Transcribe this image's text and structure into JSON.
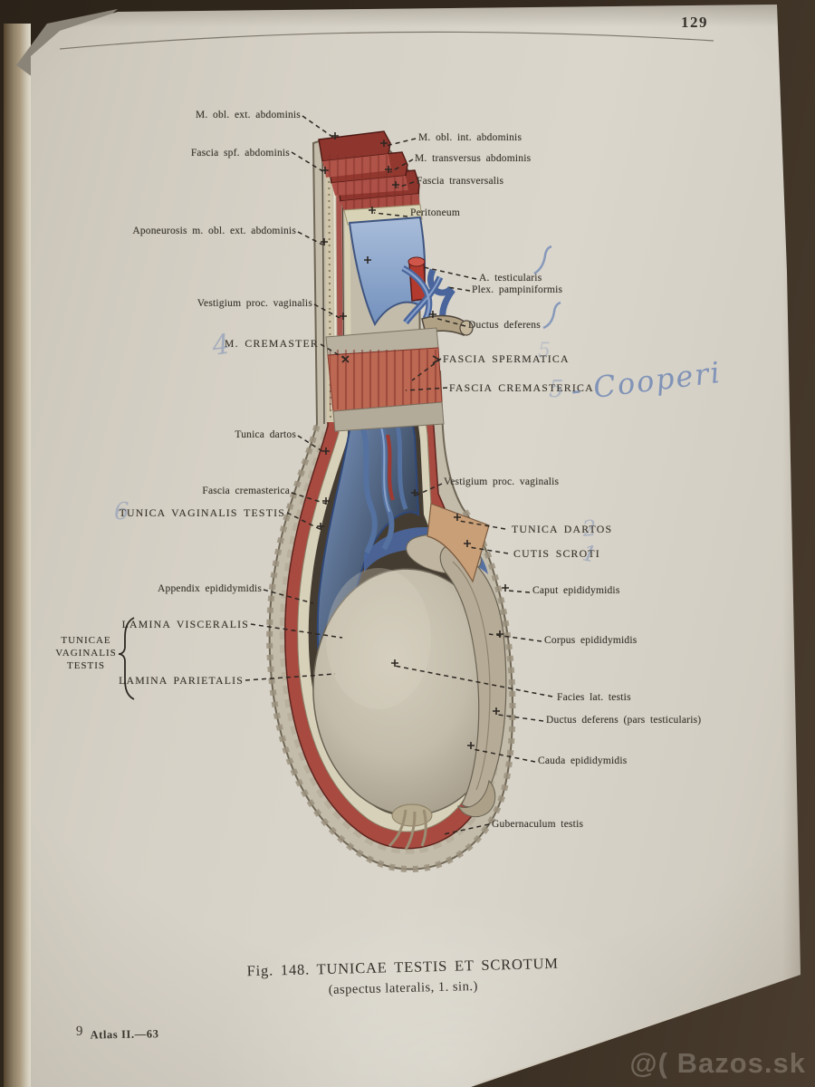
{
  "page": {
    "number": "129"
  },
  "figure": {
    "labels_left": [
      "M. obl. ext. abdominis",
      "Fascia spf. abdominis",
      "Aponeurosis m. obl. ext. abdominis",
      "Vestigium proc. vaginalis",
      "M. CREMASTER",
      "Tunica dartos",
      "Fascia cremasterica",
      "TUNICA VAGINALIS TESTIS",
      "Appendix epididymidis",
      "LAMINA VISCERALIS",
      "LAMINA PARIETALIS"
    ],
    "labels_right": [
      "M. obl. int. abdominis",
      "M. transversus abdominis",
      "Fascia transversalis",
      "Peritoneum",
      "A. testicularis",
      "Plex. pampiniformis",
      "Ductus deferens",
      "FASCIA SPERMATICA",
      "FASCIA CREMASTERICA",
      "Vestigium proc. vaginalis",
      "TUNICA DARTOS",
      "CUTIS SCROTI",
      "Caput epididymidis",
      "Corpus epididymidis",
      "Facies lat. testis",
      "Ductus deferens (pars testicularis)",
      "Cauda epididymidis",
      "Gubernaculum testis"
    ],
    "bracket": [
      "TUNICAE",
      "VAGINALIS",
      "TESTIS"
    ]
  },
  "caption": {
    "line1": "Fig. 148. TUNICAE TESTIS ET SCROTUM",
    "line2": "(aspectus lateralis, 1. sin.)"
  },
  "footer": {
    "mark": "9",
    "text": "Atlas II.—63"
  },
  "annotations": {
    "four": "4",
    "six": "6",
    "five_a": "5",
    "five_b": "5",
    "two": "2",
    "one": "1",
    "cooperi": "- Cooperi"
  },
  "watermark": {
    "text": "@( Bazos.sk"
  },
  "colors": {
    "paper": "#d6d1c6",
    "ink": "#37332c",
    "muscle_red": "#a84b42",
    "peritoneum_blue": "#7e9dc6",
    "tunica_blue": "#46639b",
    "fascia_cream": "#d8d3b6",
    "skin_gray": "#c3bcab",
    "annotation_blue": "#7289b5",
    "table_brown": "#3a2f22"
  }
}
